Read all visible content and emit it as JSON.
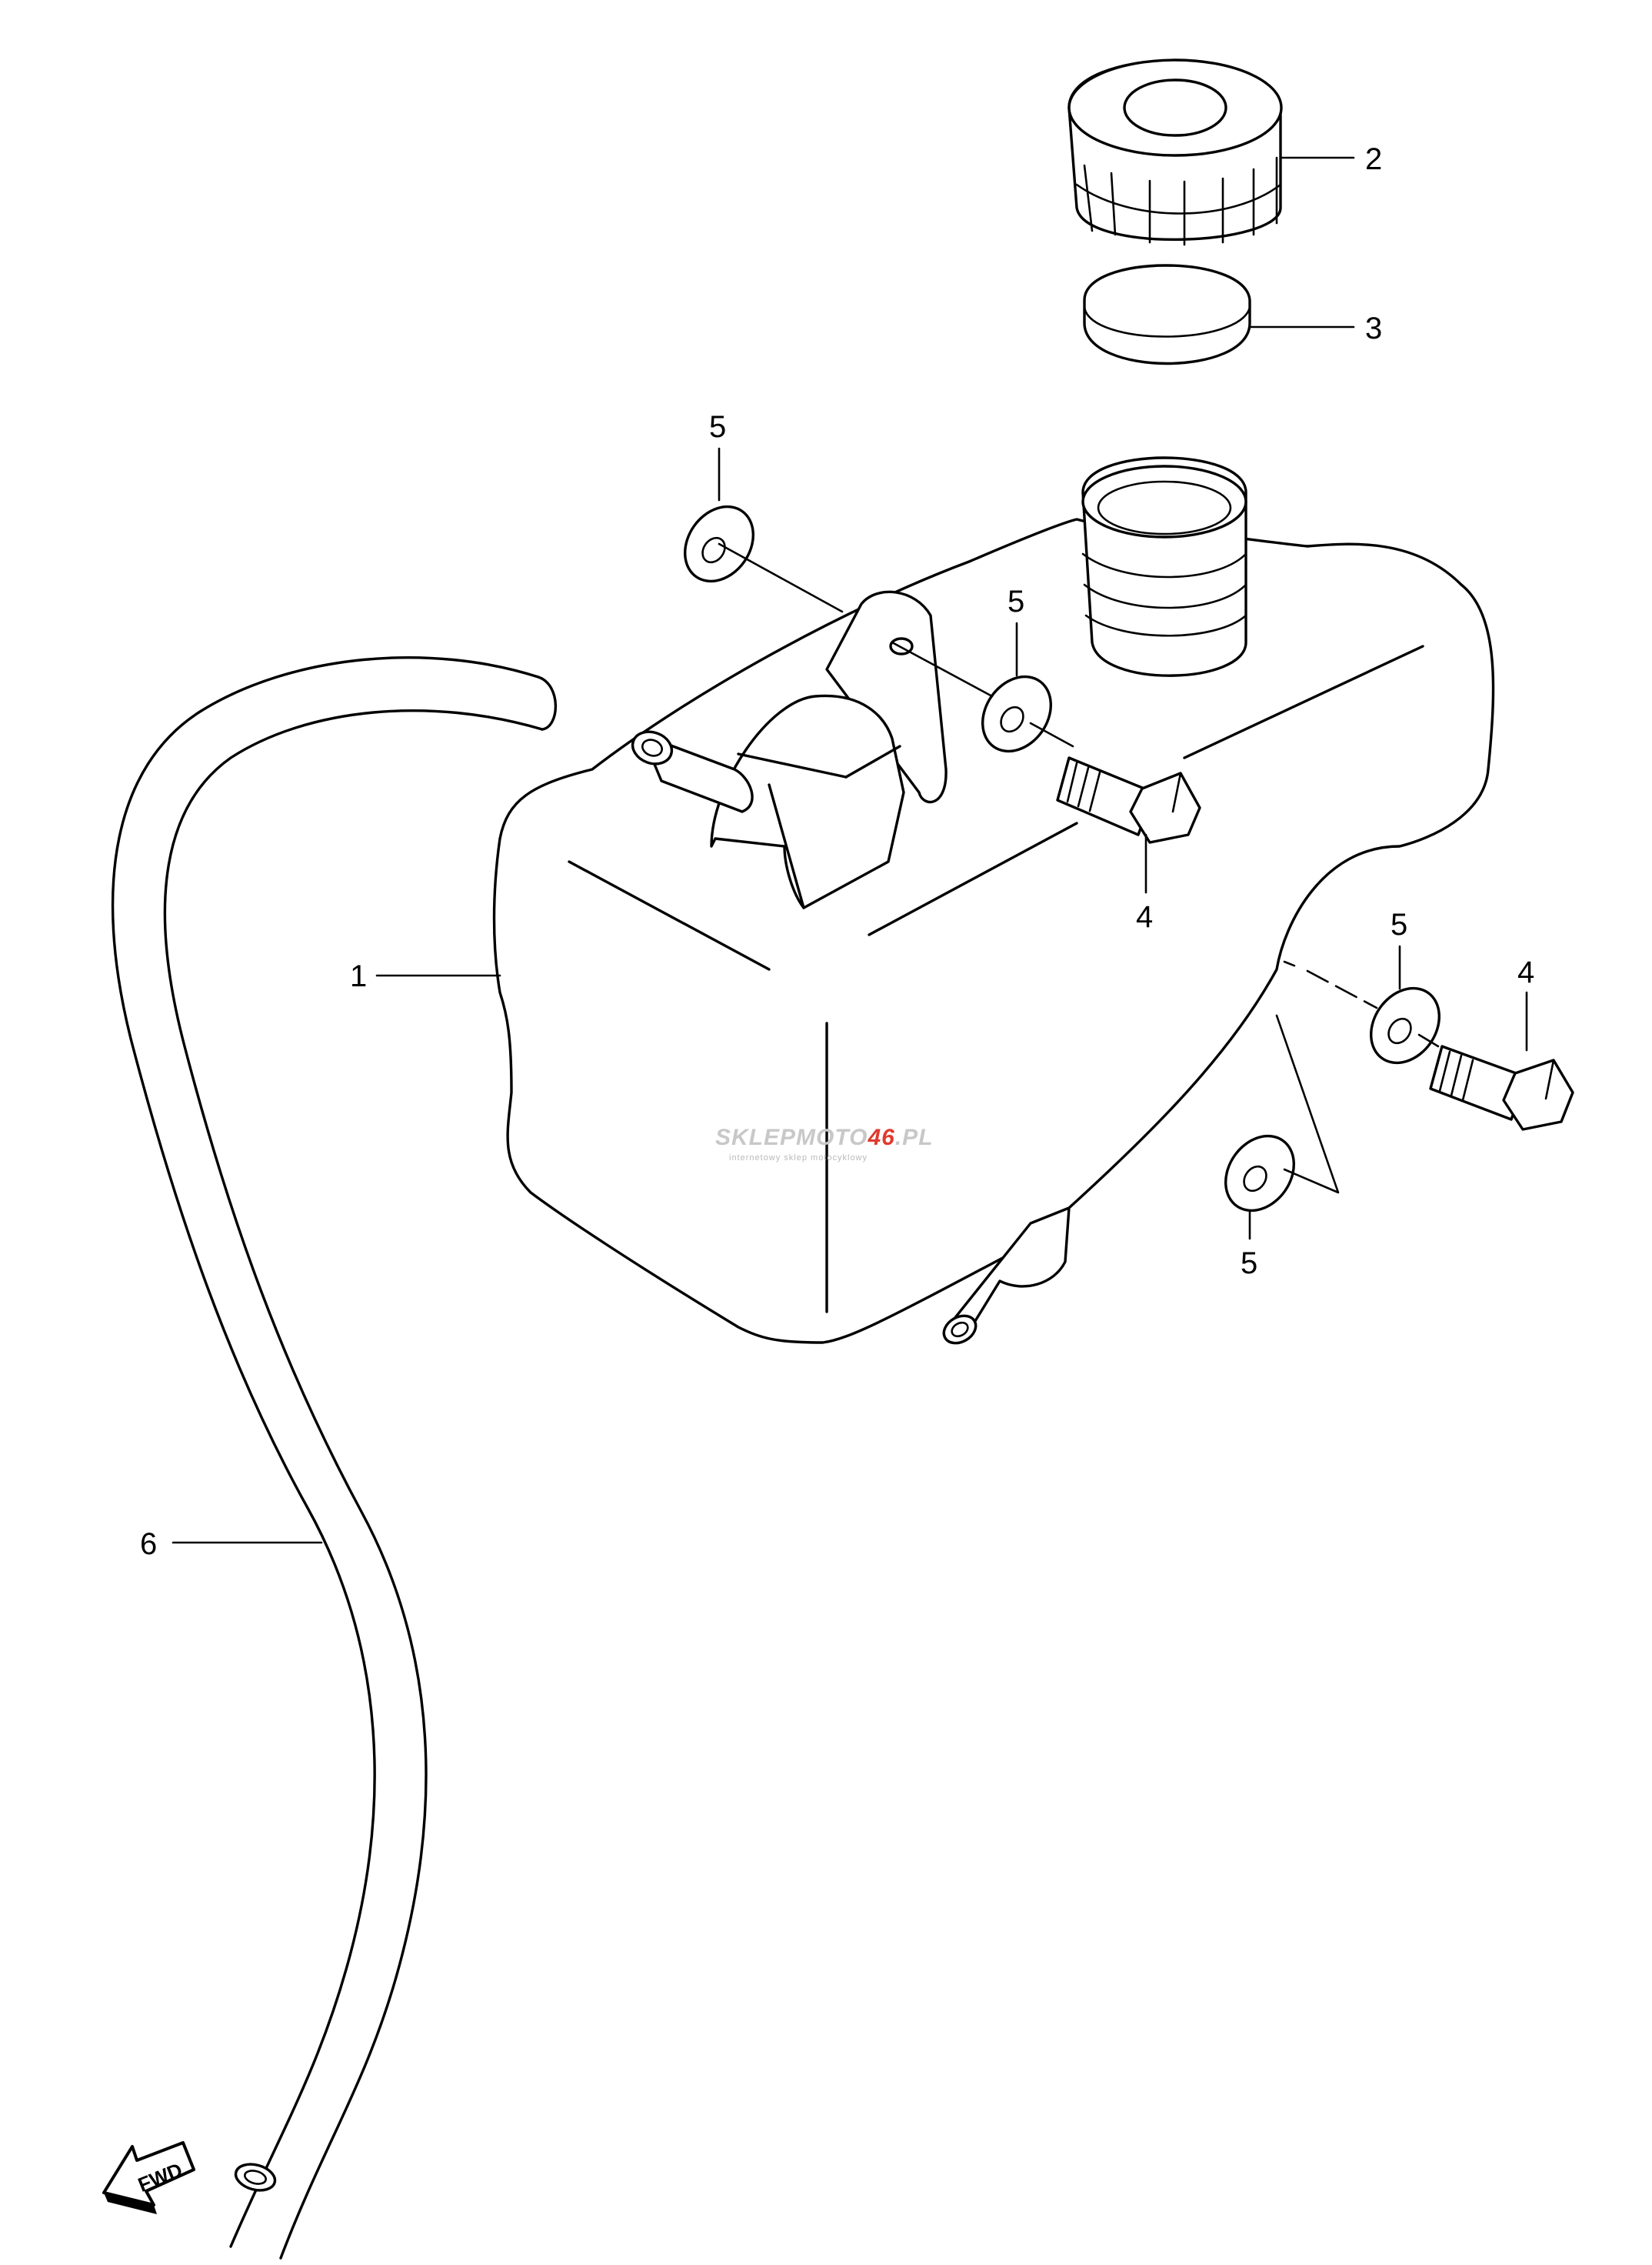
{
  "callouts": {
    "tank": "1",
    "cap": "2",
    "gasket": "3",
    "bolt_upper": "4",
    "bolt_right": "4",
    "washer_top": "5",
    "washer_mid": "5",
    "washer_right": "5",
    "washer_lower": "5",
    "hose": "6"
  },
  "watermark": {
    "part1": "SKLEPMOTO",
    "part2": "46",
    "part3": ".PL",
    "tagline": "internetowy sklep motocyklowy",
    "color_gray": "#c8c8c8",
    "color_red": "#e03a2e"
  },
  "fwd_label": "FWD",
  "icons": [
    "fwd-arrow-icon"
  ]
}
